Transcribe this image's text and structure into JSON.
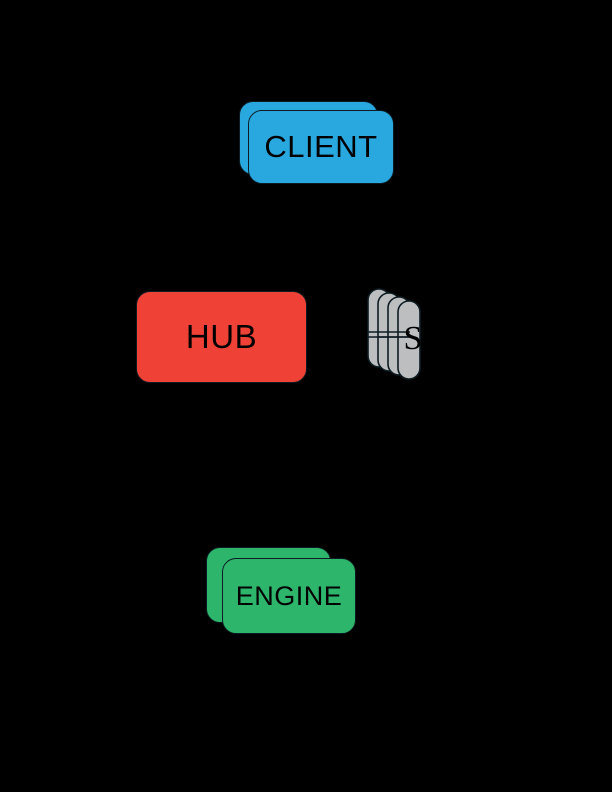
{
  "diagram": {
    "background_color": "#000000",
    "outline_color": "#0d1b22",
    "text_color": "#000000",
    "nodes": [
      {
        "id": "client",
        "label": "CLIENT",
        "shape": "stacked-cards",
        "color": "#29a8df",
        "icon_name": "client-stack-icon"
      },
      {
        "id": "hub",
        "label": "HUB",
        "shape": "rounded-rectangle",
        "color": "#ef4136",
        "icon_name": "hub-node-icon"
      },
      {
        "id": "storage",
        "label": "S",
        "shape": "stacked-pills",
        "color": "#bcbec0",
        "icon_name": "storage-disks-icon",
        "pill_count": 4
      },
      {
        "id": "engine",
        "label": "ENGINE",
        "shape": "stacked-cards",
        "color": "#2db56b",
        "icon_name": "engine-stack-icon"
      }
    ]
  }
}
